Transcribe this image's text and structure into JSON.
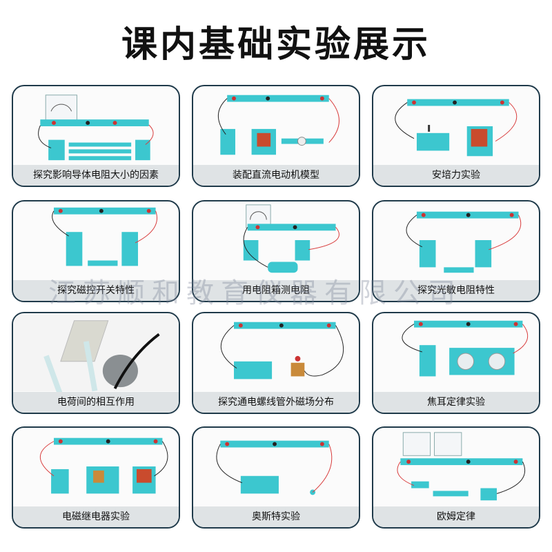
{
  "page": {
    "title": "课内基础实验展示"
  },
  "watermark": "江苏顺和教育仪器有限公司",
  "colors": {
    "teal": "#3cc7cf",
    "border": "#1f3a4a",
    "label_bg": "#dfe3e5",
    "wire_red": "#d83a3a",
    "wire_black": "#222222"
  },
  "cards": [
    {
      "label": "探究影响导体电阻大小的因素",
      "scene": "resistance"
    },
    {
      "label": "装配直流电动机模型",
      "scene": "motor"
    },
    {
      "label": "安培力实验",
      "scene": "ampere"
    },
    {
      "label": "探究磁控开关特性",
      "scene": "reed"
    },
    {
      "label": "用电阻箱测电阻",
      "scene": "resbox"
    },
    {
      "label": "探究光敏电阻特性",
      "scene": "ldr"
    },
    {
      "label": "电荷间的相互作用",
      "scene": "charge"
    },
    {
      "label": "探究通电螺线管外磁场分布",
      "scene": "solenoid"
    },
    {
      "label": "焦耳定律实验",
      "scene": "joule"
    },
    {
      "label": "电磁继电器实验",
      "scene": "relay"
    },
    {
      "label": "奥斯特实验",
      "scene": "oersted"
    },
    {
      "label": "欧姆定律",
      "scene": "ohm"
    }
  ]
}
